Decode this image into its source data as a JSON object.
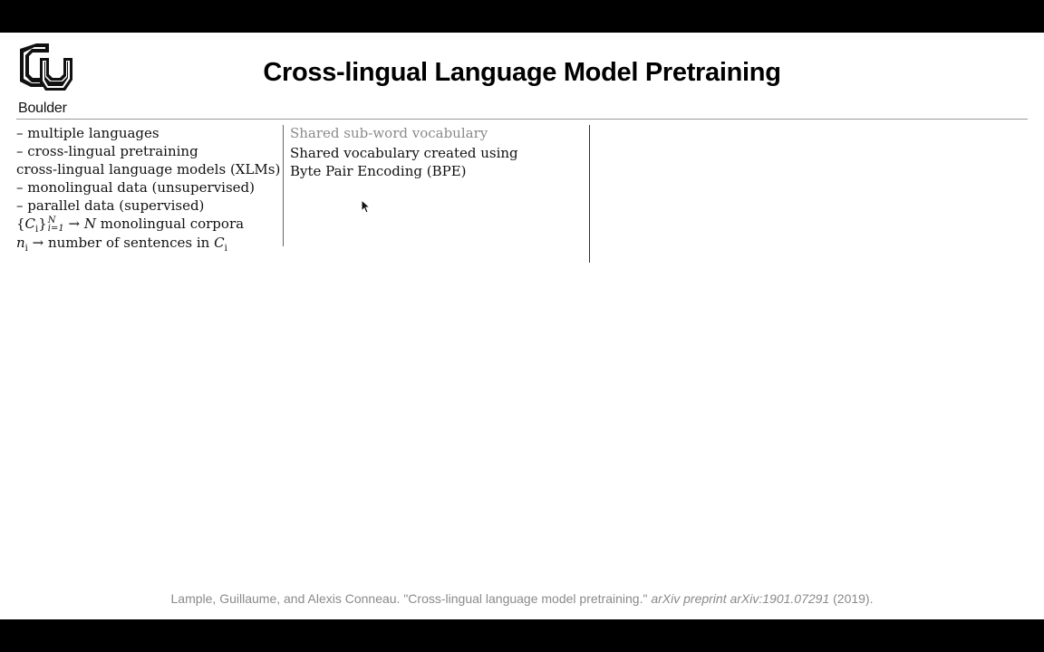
{
  "header": {
    "logo_text": "Boulder",
    "title": "Cross-lingual Language Model Pretraining"
  },
  "left_column": {
    "lines": [
      "– multiple languages",
      "– cross-lingual pretraining",
      "cross-lingual language models (XLMs)",
      "– monolingual data (unsupervised)",
      "– parallel data (supervised)"
    ],
    "math1": {
      "open": "{",
      "var": "C",
      "sub": "i",
      "close": "}",
      "limit_sup": "N",
      "limit_sub": "i=1",
      "arrow": " → ",
      "N": "N",
      "rest": " monolingual corpora"
    },
    "math2": {
      "var": "n",
      "sub": "i",
      "arrow": " → ",
      "text": "number of sentences in ",
      "var2": "C",
      "sub2": "i"
    }
  },
  "middle_column": {
    "heading": "Shared sub-word vocabulary",
    "lines": [
      "Shared vocabulary created using",
      "Byte Pair Encoding (BPE)"
    ]
  },
  "footer": {
    "authors": "Lample, Guillaume, and Alexis Conneau. \"Cross-lingual language model pretraining.\" ",
    "venue": "arXiv preprint arXiv:1901.07291",
    "year": " (2019)."
  },
  "colors": {
    "logo": "#111111",
    "muted": "#8a8a8a",
    "text": "#111111"
  }
}
